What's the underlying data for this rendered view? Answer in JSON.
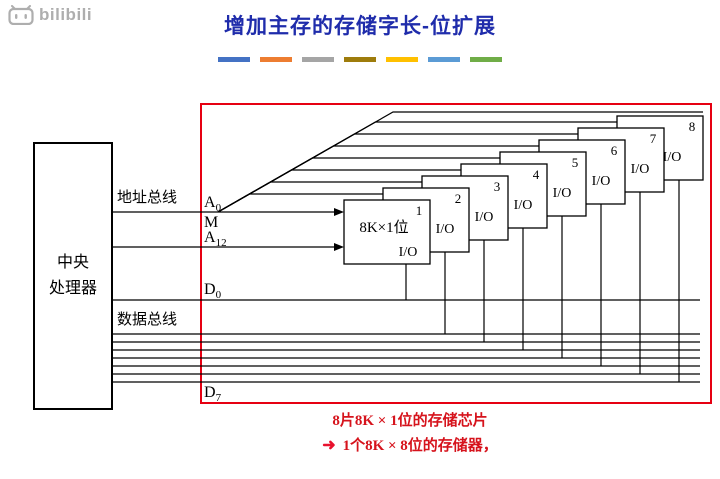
{
  "watermark": {
    "brand": "bilibili"
  },
  "title": "增加主存的存储字长-位扩展",
  "accent_bars": [
    "#4472c4",
    "#ed7d31",
    "#a5a5a5",
    "#9e7c0c",
    "#ffc000",
    "#5b9bd5",
    "#70ad47"
  ],
  "cpu": {
    "line1": "中央",
    "line2": "处理器"
  },
  "buses": {
    "address_label": "地址总线",
    "data_label": "数据总线",
    "a0": {
      "base": "A",
      "sub": "0"
    },
    "m": "M",
    "a12": {
      "base": "A",
      "sub": "12"
    },
    "d0": {
      "base": "D",
      "sub": "0"
    },
    "d7": {
      "base": "D",
      "sub": "7"
    }
  },
  "chips": {
    "label_chip1": "8K×1位",
    "io": "I/O",
    "numbers": [
      "1",
      "2",
      "3",
      "4",
      "5",
      "6",
      "7",
      "8"
    ]
  },
  "captions": {
    "line1": "8片8K × 1位的存储芯片",
    "arrow": "➜",
    "line2": "1个8K × 8位的存储器，"
  },
  "colors": {
    "title": "#1f2cab",
    "highlight_box": "#e60012",
    "caption": "#d6131c",
    "watermark": "#9a9a9a"
  }
}
